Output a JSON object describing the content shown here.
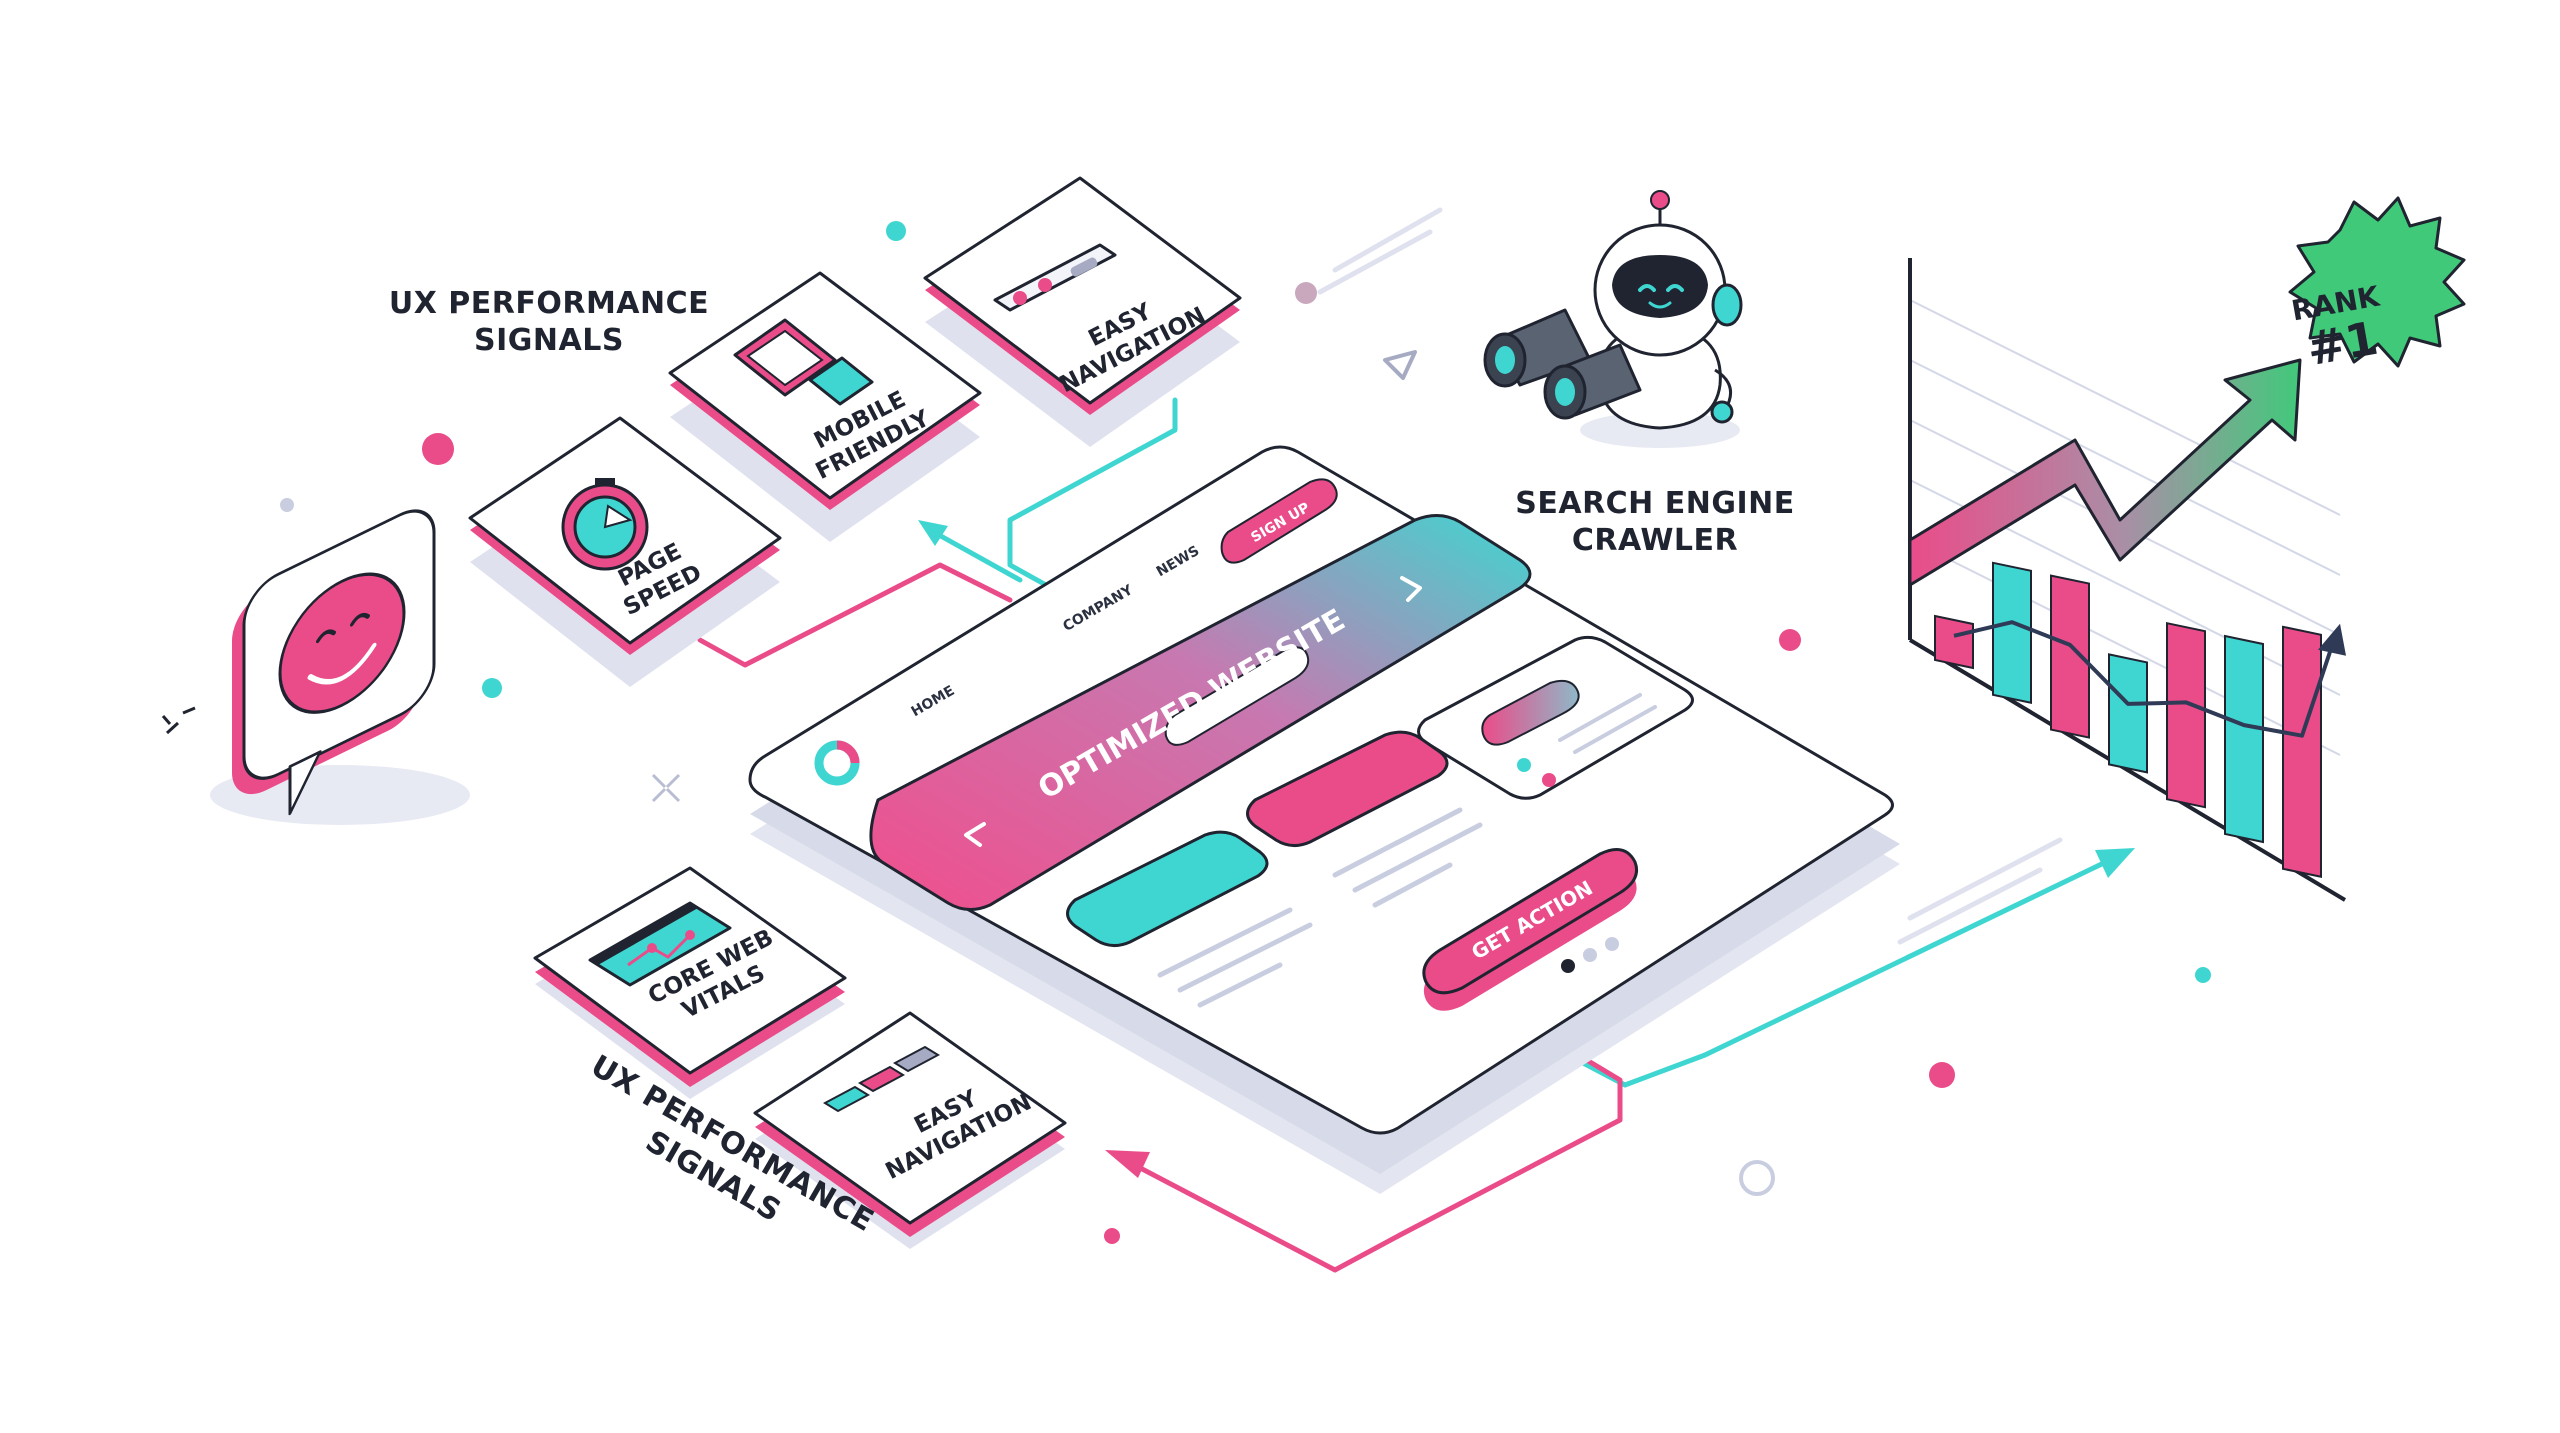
{
  "labels": {
    "ux_top_line1": "UX PERFORMANCE",
    "ux_top_line2": "SIGNALS",
    "ux_bottom_line1": "UX PERFORMANCE",
    "ux_bottom_line2": "SIGNALS",
    "crawler_line1": "SEARCH ENGINE",
    "crawler_line2": "CRAWLER"
  },
  "tiles": {
    "page_speed": [
      "PAGE",
      "SPEED"
    ],
    "mobile_friendly": [
      "MOBILE",
      "FRIENDLY"
    ],
    "easy_nav_top": [
      "EASY",
      "NAVIGATION"
    ],
    "core_web_vitals": [
      "CORE WEB",
      "VITALS"
    ],
    "easy_nav_bottom": [
      "EASY",
      "NAVIGATION"
    ]
  },
  "website": {
    "nav": [
      "HOME",
      "COMPANY",
      "NEWS"
    ],
    "sign_up": "SIGN UP",
    "hero_title": "OPTIMIZED WEBSITE",
    "cta": "GET ACTION",
    "prev_icon": "chevron-left-icon",
    "next_icon": "chevron-right-icon"
  },
  "rank_badge": {
    "line1": "RANK",
    "line2": "#1"
  },
  "chart_data": {
    "type": "bar",
    "values": [
      2,
      6,
      7,
      5,
      8,
      9,
      11
    ],
    "colors": [
      "#ea4c89",
      "#3fd6d1",
      "#ea4c89",
      "#3fd6d1",
      "#ea4c89",
      "#3fd6d1",
      "#ea4c89"
    ],
    "trend_arrow": "up-arrow",
    "title": "",
    "xlabel": "",
    "ylabel": ""
  },
  "colors": {
    "pink": "#ea4c89",
    "teal": "#3fd6d1",
    "green": "#41c97a",
    "ink": "#1f2430",
    "shadow": "#dfe2ee"
  }
}
